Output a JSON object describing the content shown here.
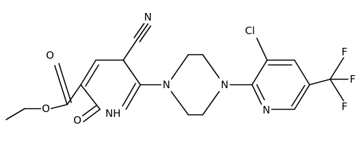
{
  "molecule": {
    "atoms": {
      "nitrile_n": "N",
      "chlorine": "Cl",
      "ester_o_carbonyl": "O",
      "ester_o_ether": "O",
      "ring_nh": "NH",
      "ring_carbonyl_o": "O",
      "piperazine_n_left": "N",
      "piperazine_n_right": "N",
      "pyridine_n": "N",
      "fluorine_top": "F",
      "fluorine_right": "F",
      "fluorine_bottom": "F"
    }
  }
}
